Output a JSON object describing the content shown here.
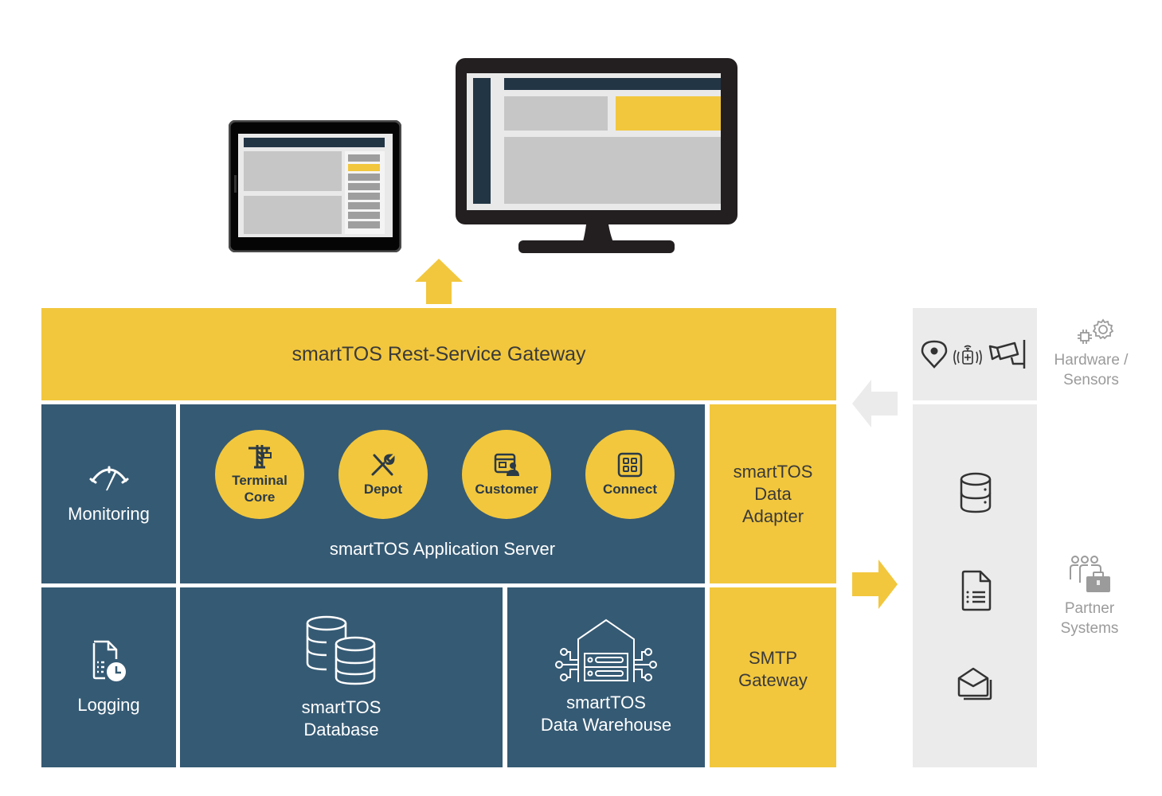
{
  "devices": {
    "tablet": {
      "icon": "tablet-icon"
    },
    "monitor": {
      "icon": "desktop-monitor-icon"
    }
  },
  "gateway": {
    "label": "smartTOS Rest-Service Gateway"
  },
  "monitoring": {
    "label": "Monitoring",
    "icon": "gauge-icon"
  },
  "app_server": {
    "label": "smartTOS Application Server",
    "modules": [
      {
        "label_line1": "Terminal",
        "label_line2": "Core",
        "icon": "crane-icon"
      },
      {
        "label_line1": "Depot",
        "label_line2": "",
        "icon": "tools-icon"
      },
      {
        "label_line1": "Customer",
        "label_line2": "",
        "icon": "customer-icon"
      },
      {
        "label_line1": "Connect",
        "label_line2": "",
        "icon": "grid-icon"
      }
    ]
  },
  "data_adapter": {
    "line1": "smartTOS",
    "line2": "Data",
    "line3": "Adapter"
  },
  "logging": {
    "label": "Logging",
    "icon": "log-clock-icon"
  },
  "database": {
    "line1": "smartTOS",
    "line2": "Database",
    "icon": "database-stack-icon"
  },
  "warehouse": {
    "line1": "smartTOS",
    "line2": "Data Warehouse",
    "icon": "warehouse-icon"
  },
  "smtp": {
    "line1": "SMTP",
    "line2": "Gateway"
  },
  "hardware": {
    "line1": "Hardware /",
    "line2": "Sensors",
    "icons": [
      "location-pin-icon",
      "rfid-sensor-icon",
      "camera-icon"
    ]
  },
  "partners": {
    "line1": "Partner",
    "line2": "Systems",
    "icons": [
      "database-icon",
      "document-icon",
      "mail-icon"
    ]
  },
  "colors": {
    "accent": "#f2c73d",
    "primary": "#355a74",
    "panel": "#ebebeb",
    "muted_text": "#9b9b9b"
  }
}
